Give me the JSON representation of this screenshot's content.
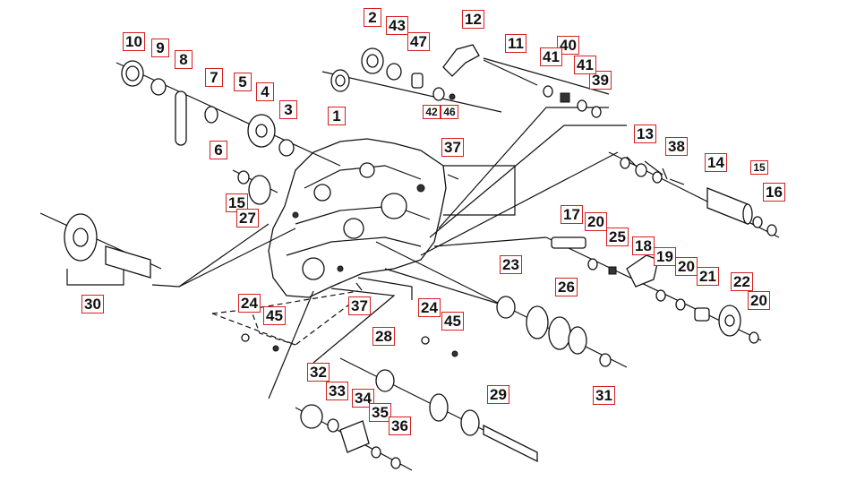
{
  "diagram": {
    "callouts": [
      "1",
      "2",
      "3",
      "4",
      "5",
      "6",
      "7",
      "8",
      "9",
      "10",
      "11",
      "12",
      "13",
      "14",
      "15",
      "15",
      "16",
      "17",
      "18",
      "19",
      "20",
      "20",
      "20",
      "21",
      "22",
      "23",
      "24",
      "24",
      "25",
      "26",
      "27",
      "28",
      "29",
      "30",
      "31",
      "32",
      "33",
      "34",
      "35",
      "36",
      "37",
      "37",
      "38",
      "39",
      "40",
      "41",
      "41",
      "42",
      "43",
      "45",
      "45",
      "46",
      "47"
    ]
  },
  "colors": {
    "callout_border": "#d61f1f",
    "line": "#111111"
  }
}
